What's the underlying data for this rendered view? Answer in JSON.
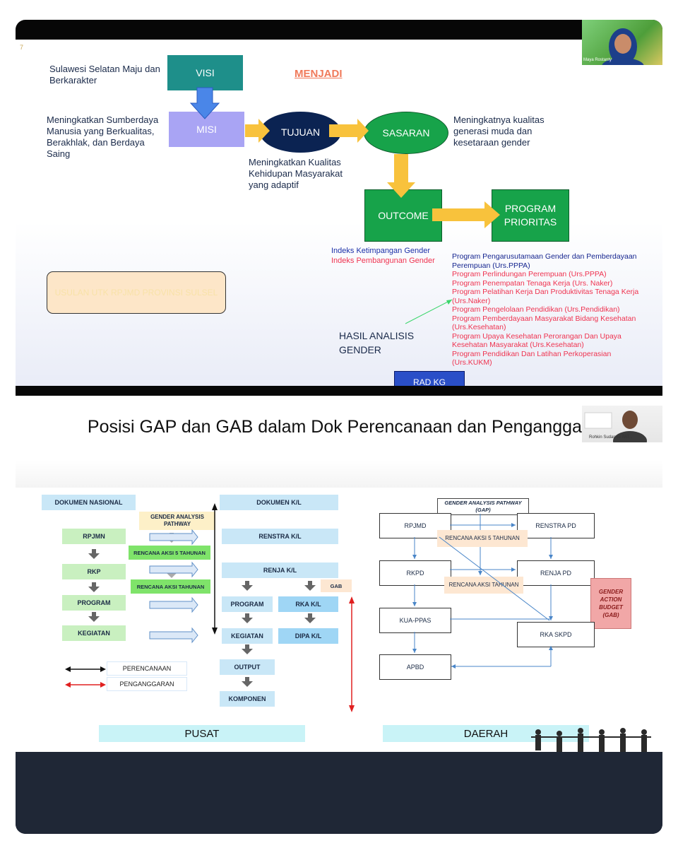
{
  "slide1": {
    "page_number": "7",
    "visi_note": "Sulawesi Selatan Maju dan Berkarakter",
    "misi_note": "Meningkatkan Sumberdaya Manusia yang Berkualitas, Berakhlak, dan Berdaya Saing",
    "tujuan_note": "Meningkatkan Kualitas Kehidupan Masyarakat yang adaptif",
    "sasaran_note": "Meningkatnya kualitas generasi muda dan kesetaraan gender",
    "menjadi": "MENJADI",
    "visi": "VISI",
    "misi": "MISI",
    "tujuan": "TUJUAN",
    "sasaran": "SASARAN",
    "outcome": "OUTCOME",
    "program_prioritas": "PROGRAM PRIORITAS",
    "indeks_1": "Indeks Ketimpangan Gender",
    "indeks_2": "Indeks Pembangunan Gender",
    "usulan": "USULAN UTK RPJMD PROVINSI SULSEL",
    "hasil": "HASIL ANALISIS GENDER",
    "rad": "RAD KG",
    "programs": [
      "Program Pengarusutamaan Gender dan Pemberdayaan Perempuan (Urs.PPPA)",
      "Program Perlindungan Perempuan (Urs.PPPA)",
      "Program Penempatan Tenaga Kerja (Urs. Naker)",
      "Program Pelatihan Kerja Dan Produktivitas Tenaga Kerja (Urs.Naker)",
      "Program Pengelolaan Pendidikan (Urs.Pendidikan)",
      "Program Pemberdayaan Masyarakat Bidang Kesehatan (Urs.Kesehatan)",
      "Program Upaya Kesehatan Perorangan Dan Upaya Kesehatan Masyarakat (Urs.Kesehatan)",
      "Program Pendidikan Dan Latihan Perkoperasian (Urs.KUKM)"
    ],
    "participant": "Maya Rostanty"
  },
  "slide2": {
    "title": "Posisi GAP dan GAB dalam Dok Perencanaan dan Penganggaran",
    "participant": "Rohkin Sudarmo PAT...",
    "dokumen_nasional": "DOKUMEN NASIONAL",
    "gender_analysis_pathway": "GENDER ANALYSIS PATHWAY",
    "dokumen_kl": "DOKUMEN K/L",
    "rpjmn": "RPJMN",
    "rencana_5": "RENCANA AKSI 5 TAHUNAN",
    "renstra_kl": "RENSTRA K/L",
    "rkp": "RKP",
    "rencana_tahun": "RENCANA AKSI  TAHUNAN",
    "renja_kl": "RENJA K/L",
    "gab": "GAB",
    "program": "PROGRAM",
    "program_kl": "PROGRAM",
    "rka_kl": "RKA K/L",
    "kegiatan": "KEGIATAN",
    "kegiatan_kl": "KEGIATAN",
    "dipa_kl": "DIPA K/L",
    "output": "OUTPUT",
    "komponen": "KOMPONEN",
    "perencanaan": "PERENCANAAN",
    "penganggaran": "PENGANGGARAN",
    "pusat": "PUSAT",
    "daerah": "DAERAH",
    "gap_right": "GENDER ANALYSIS PATHWAY (GAP)",
    "rpjmd": "RPJMD",
    "renstra_pd": "RENSTRA PD",
    "rencana_5_right": "RENCANA AKSI 5 TAHUNAN",
    "rkpd": "RKPD",
    "renja_pd": "RENJA PD",
    "rencana_tahun_right": "RENCANA AKSI TAHUNAN",
    "gab_right": "GENDER ACTION BUDGET (GAB)",
    "kua_ppas": "KUA-PPAS",
    "rka_skpd": "RKA SKPD",
    "apbd": "APBD"
  },
  "colors": {
    "teal": "#1e8f8a",
    "lavender": "#a9a4f4",
    "navy": "#0b2352",
    "green": "#17a34a",
    "arrow_yellow": "#f8c23c",
    "red_text": "#ef3350",
    "menjadi": "#f07a5a"
  }
}
